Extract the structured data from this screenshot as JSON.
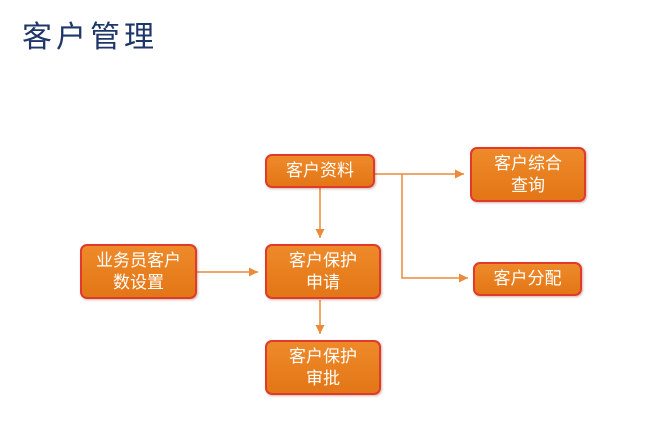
{
  "title": "客户管理",
  "nodes": {
    "customer_data": "客户资料",
    "customer_query": "客户综合查询",
    "customer_assign": "客户分配",
    "salesperson_setting": "业务员客户数设置",
    "protect_apply": "客户保护申请",
    "protect_approve": "客户保护审批"
  },
  "colors": {
    "title": "#1f3668",
    "box": "#e87c1e",
    "border": "#e03a2c",
    "arrow": "#ec8a3c"
  }
}
